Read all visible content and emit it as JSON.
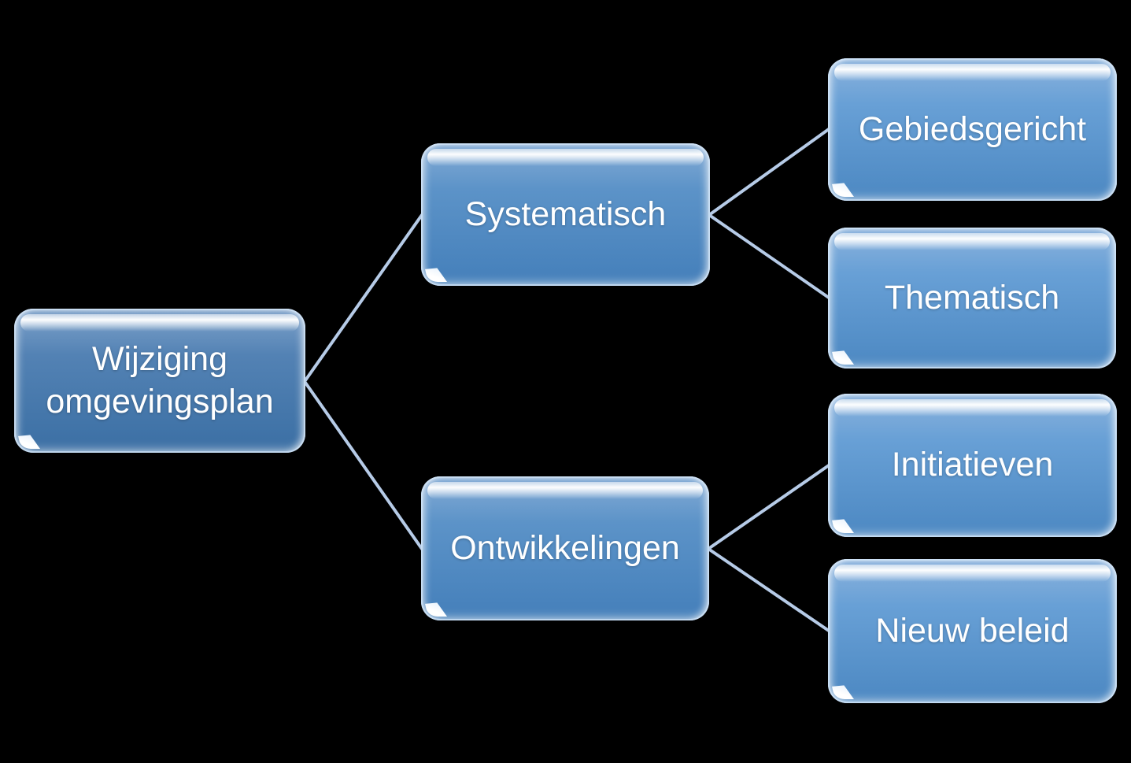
{
  "diagram": {
    "type": "hierarchy",
    "background_color": "#000000",
    "connector_color": "#B6CBE7",
    "node_text_color": "#FFFFFF",
    "tier_colors": {
      "root": {
        "top": "#7FA3CB",
        "bottom": "#3B6FA4"
      },
      "middle": {
        "top": "#85ACD6",
        "bottom": "#447FBA"
      },
      "leaf": {
        "top": "#8CB3DD",
        "bottom": "#4C88C2"
      }
    },
    "nodes": [
      {
        "id": "wijziging-omgevingsplan",
        "label": "Wijziging omgevingsplan",
        "level": 1
      },
      {
        "id": "systematisch",
        "label": "Systematisch",
        "level": 2
      },
      {
        "id": "ontwikkelingen",
        "label": "Ontwikkelingen",
        "level": 2
      },
      {
        "id": "gebiedsgericht",
        "label": "Gebiedsgericht",
        "level": 3
      },
      {
        "id": "thematisch",
        "label": "Thematisch",
        "level": 3
      },
      {
        "id": "initiatieven",
        "label": "Initiatieven",
        "level": 3
      },
      {
        "id": "nieuw-beleid",
        "label": "Nieuw beleid",
        "level": 3
      }
    ],
    "edges": [
      {
        "from": "wijziging-omgevingsplan",
        "to": "systematisch"
      },
      {
        "from": "wijziging-omgevingsplan",
        "to": "ontwikkelingen"
      },
      {
        "from": "systematisch",
        "to": "gebiedsgericht"
      },
      {
        "from": "systematisch",
        "to": "thematisch"
      },
      {
        "from": "ontwikkelingen",
        "to": "initiatieven"
      },
      {
        "from": "ontwikkelingen",
        "to": "nieuw-beleid"
      }
    ]
  }
}
